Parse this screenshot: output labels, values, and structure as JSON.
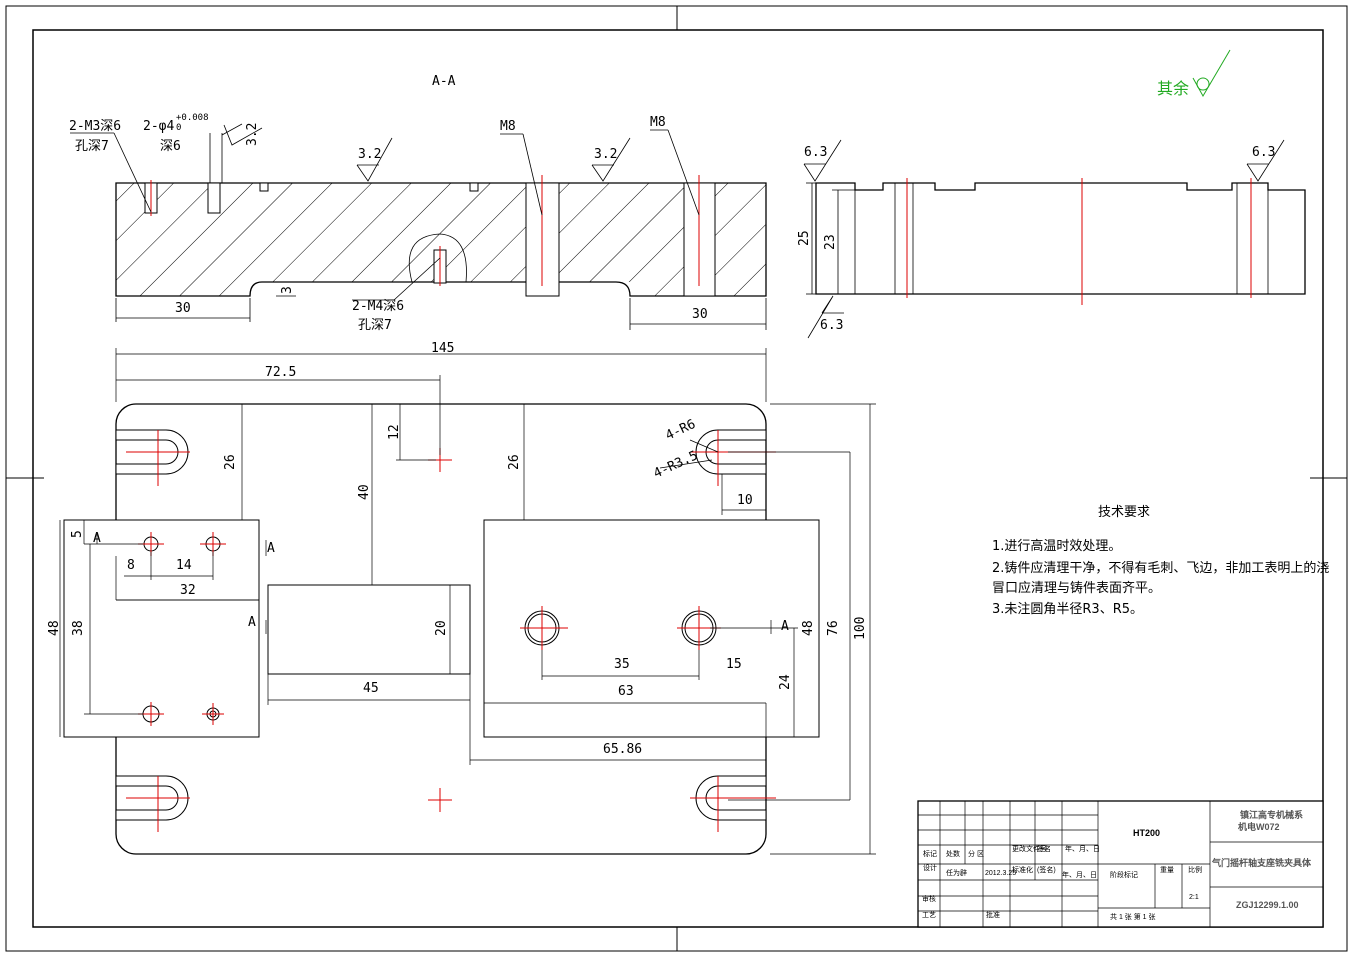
{
  "section": {
    "title": "A-A"
  },
  "rough_all": {
    "label": "其余",
    "color": "#22aa22"
  },
  "top_view": {
    "callouts": {
      "m3": [
        "2-M3深6",
        "孔深7"
      ],
      "phi4": {
        "main": "2-φ4",
        "sup": "+0.008",
        "sub": "0",
        "depth": "深6"
      },
      "m8_a": "M8",
      "m8_b": "M8",
      "m4": [
        "2-M4深6",
        "孔深7"
      ]
    },
    "roughness": [
      "3.2",
      "3.2",
      "3.2"
    ],
    "dims": {
      "left": "30",
      "right": "30",
      "groove": "3"
    }
  },
  "side_view": {
    "roughness": [
      "6.3",
      "6.3",
      "6.3"
    ],
    "dims": {
      "h1": "25",
      "h2": "23"
    }
  },
  "plan_view": {
    "dims": {
      "overall_w": "145",
      "half_w": "72.5",
      "d12": "12",
      "d26a": "26",
      "d26b": "26",
      "d40": "40",
      "r6": "4-R6",
      "r35": "4-R3.5",
      "d10": "10",
      "d5": "5",
      "d8": "8",
      "d14": "14",
      "d32": "32",
      "d48l": "48",
      "d38": "38",
      "d20": "20",
      "d45": "45",
      "d35": "35",
      "d15": "15",
      "d63": "63",
      "d6586": "65.86",
      "d48r": "48",
      "d76": "76",
      "d100": "100",
      "d24": "24"
    },
    "section_marks": [
      "A",
      "A",
      "A",
      "A"
    ]
  },
  "tech_req": {
    "title": "技术要求",
    "items": [
      "1.进行高温时效处理。",
      "2.铸件应清理干净，不得有毛刺、飞边，非加工表明上的浇",
      "冒口应清理与铸件表面齐平。",
      "3.未注圆角半径R3、R5。"
    ]
  },
  "title_block": {
    "material": "HT200",
    "school": [
      "镇江高专机械系",
      "机电W072"
    ],
    "part_name": "气门摇杆轴支座铣夹具体",
    "drawing_no": "ZGJ12299.1.00",
    "scale": "2:1",
    "sheets": "共 1 张    第 1 张",
    "cells": {
      "mark": "标记",
      "count": "处数",
      "zone": "分 区",
      "doc_no": "更改文件号",
      "sign": "签名",
      "date": "年、月、日",
      "design": "设计",
      "designer": "任为辟",
      "design_date": "2012.3.25",
      "standard": "标准化",
      "sign2": "(签名)",
      "date2": "年、月、日",
      "stage": "阶段标记",
      "weight": "重量",
      "scale_lbl": "比例",
      "review": "审核",
      "process": "工艺",
      "approve": "批准"
    }
  }
}
